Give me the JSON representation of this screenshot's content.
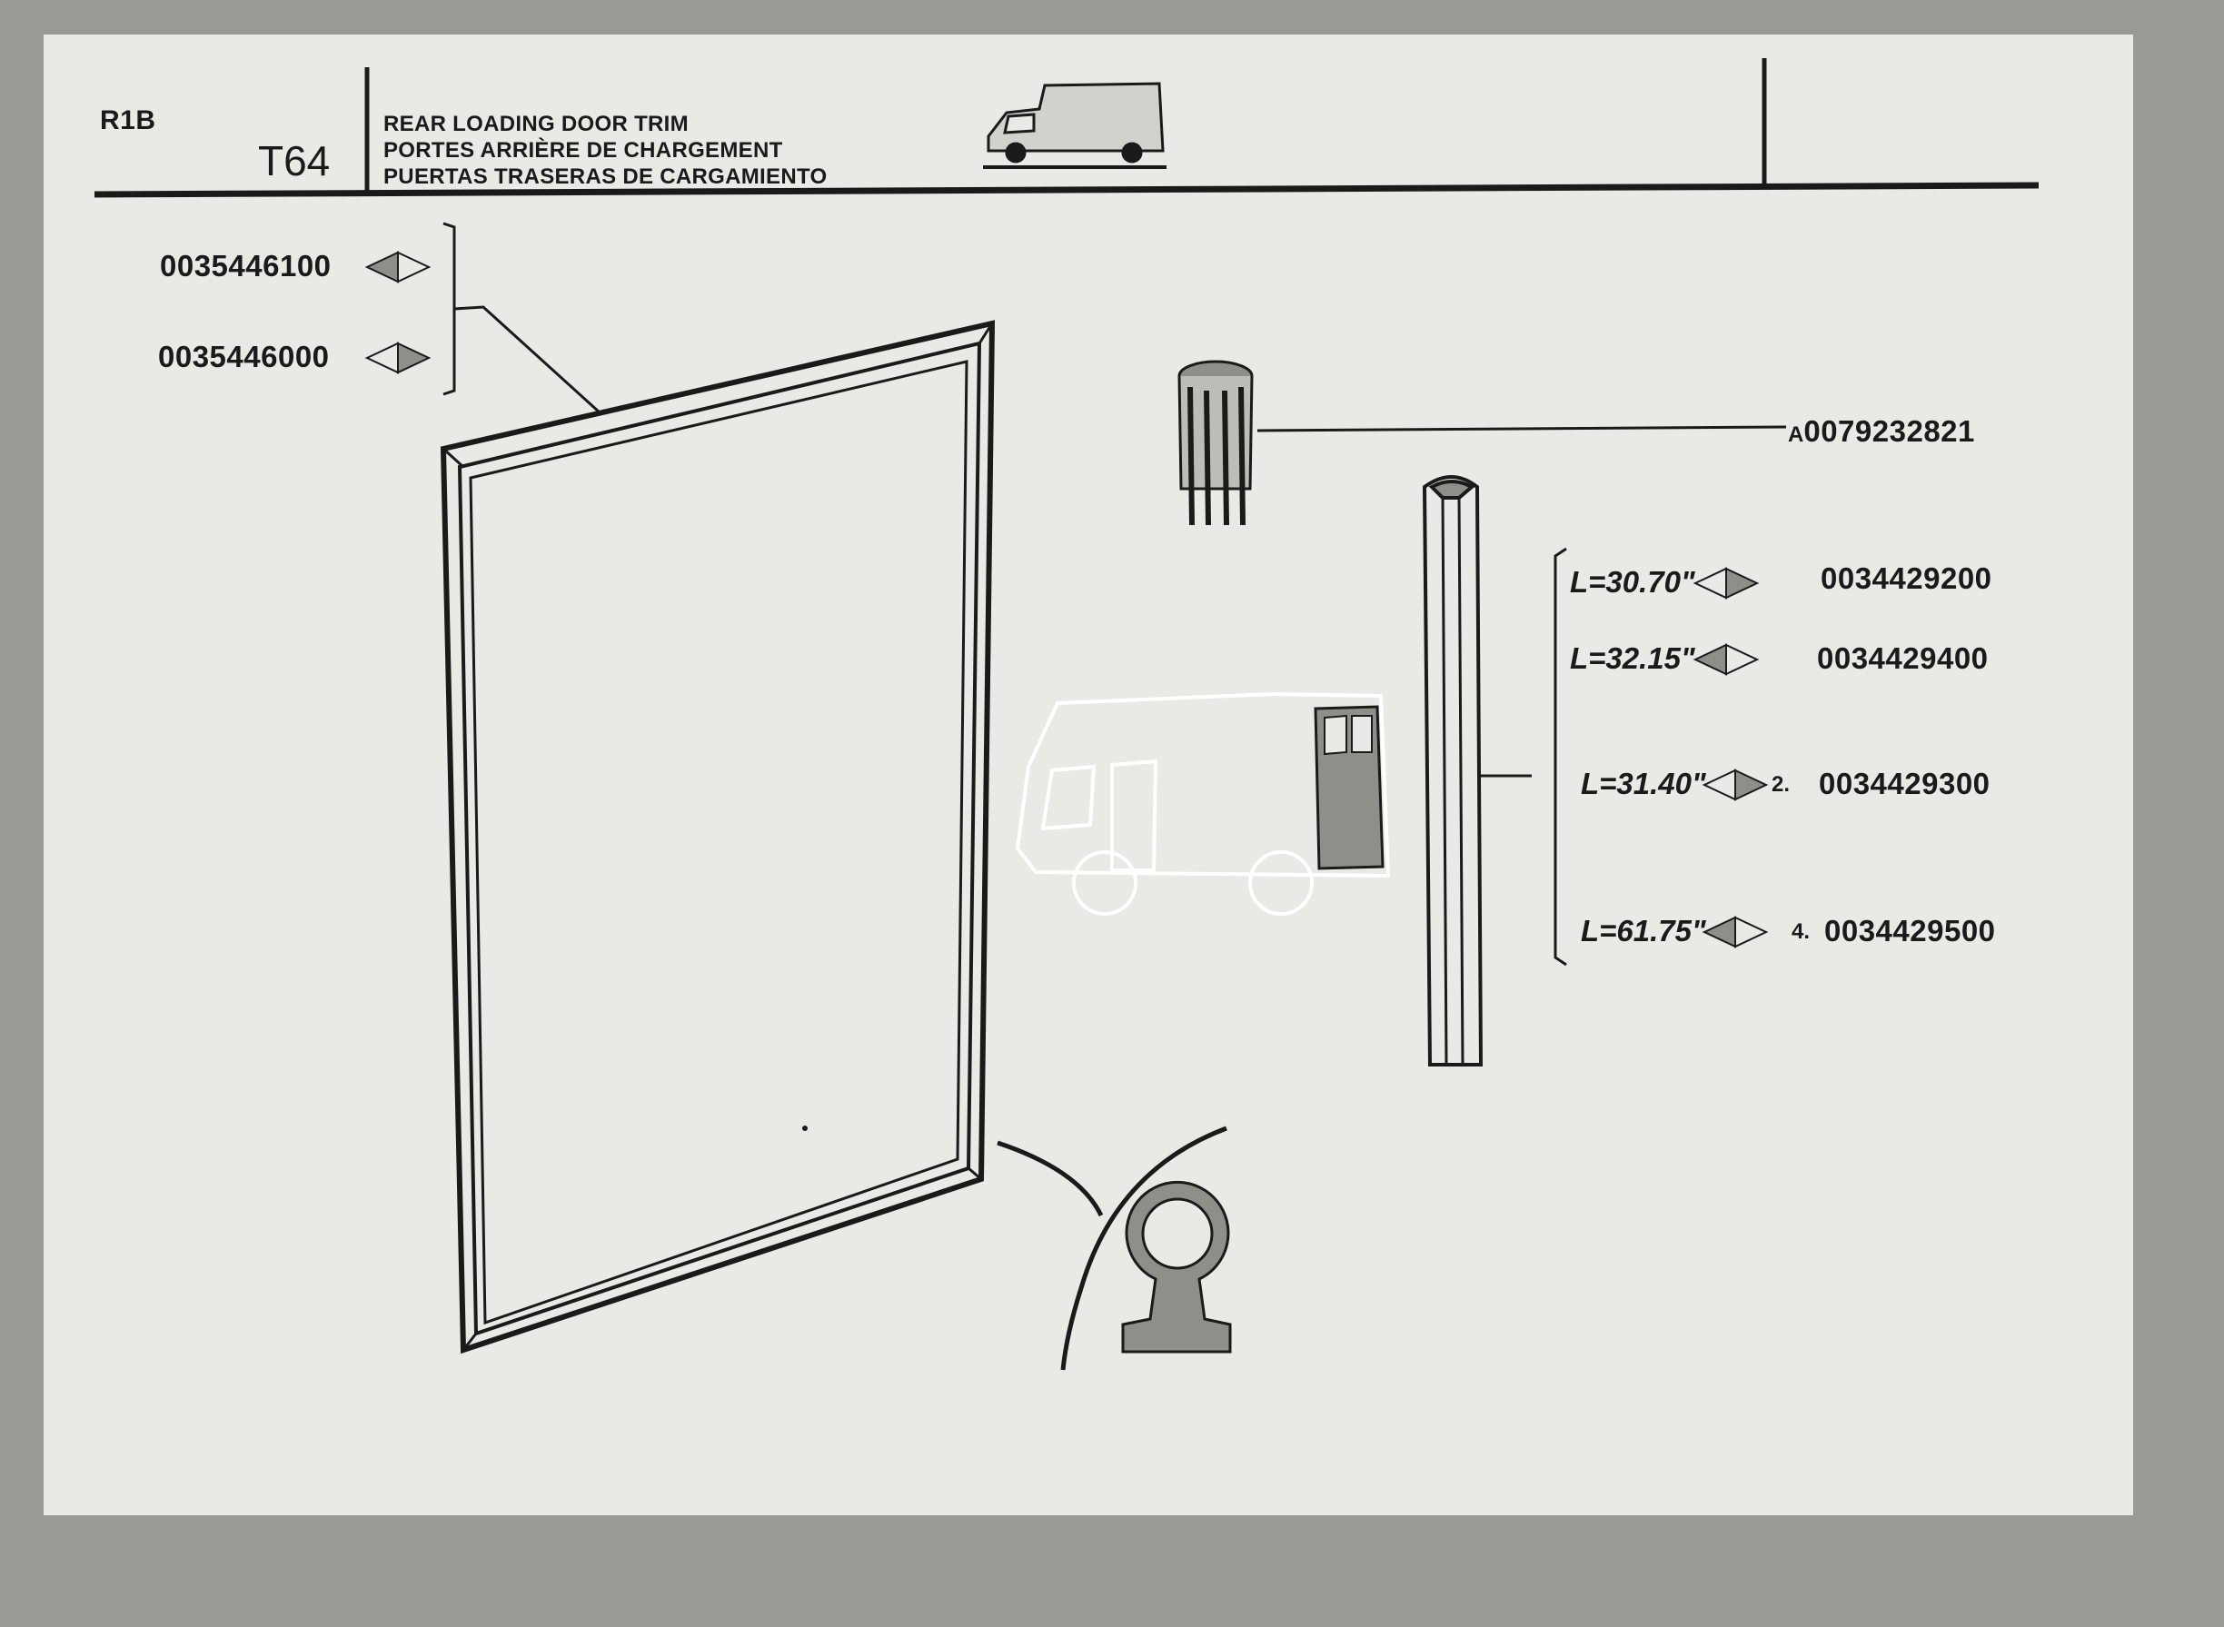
{
  "header": {
    "section": "R1B",
    "code": "T64",
    "titles": [
      "REAR LOADING DOOR TRIM",
      "PORTES ARRIÈRE DE CHARGEMENT",
      "PUERTAS TRASERAS DE CARGAMIENTO"
    ]
  },
  "frame_seal": {
    "parts": [
      {
        "number": "0035446100",
        "side": "left"
      },
      {
        "number": "0035446000",
        "side": "right"
      }
    ]
  },
  "plug": {
    "prefix": "A",
    "number": "0079232821"
  },
  "strips": [
    {
      "length": "L=30.70\"",
      "qty": "",
      "number": "0034429200"
    },
    {
      "length": "L=32.15\"",
      "qty": "",
      "number": "0034429400"
    },
    {
      "length": "L=31.40\"",
      "qty": "2.",
      "number": "0034429300"
    },
    {
      "length": "L=61.75\"",
      "qty": "4.",
      "number": "0034429500"
    }
  ],
  "colors": {
    "ink": "#1a1a1a",
    "paper": "#e9e9e5",
    "background": "#9a9a95",
    "fill_shade": "#8f8f8a"
  }
}
